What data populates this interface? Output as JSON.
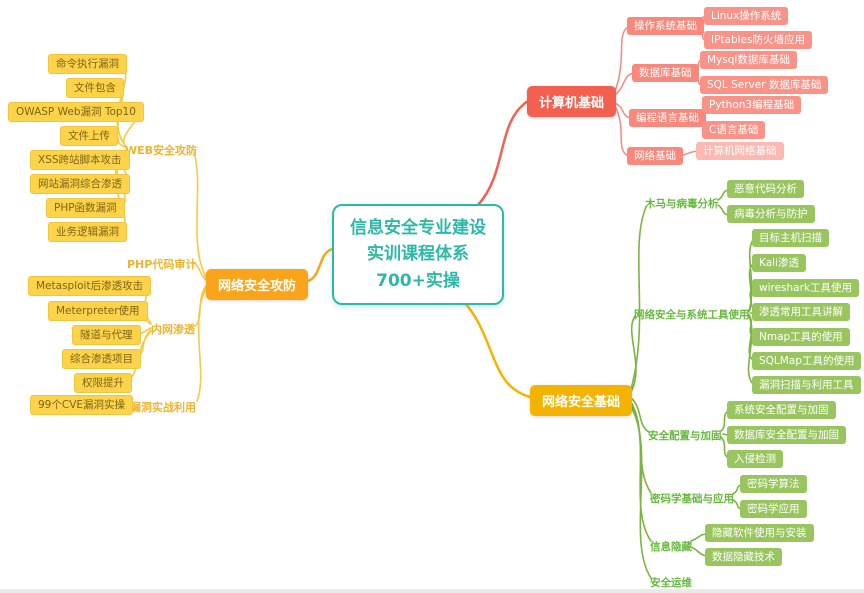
{
  "center": {
    "title": "信息安全专业建设\n实训课程体系\n700+实操"
  },
  "computer": {
    "label": "计算机基础",
    "os": {
      "label": "操作系统基础",
      "items": [
        "Linux操作系统",
        "IPtables防火墙应用"
      ]
    },
    "db": {
      "label": "数据库基础",
      "items": [
        "Mysql数据库基础",
        "SQL Server 数据库基础"
      ]
    },
    "lang": {
      "label": "编程语言基础",
      "items": [
        "Python3编程基础",
        "C语言基础"
      ]
    },
    "net": {
      "label": "网络基础",
      "items": [
        "计算机网络基础"
      ]
    }
  },
  "attack": {
    "label": "网络安全攻防",
    "web": {
      "label": "WEB安全攻防",
      "items": [
        "命令执行漏洞",
        "文件包含",
        "OWASP Web漏洞 Top10",
        "文件上传",
        "XSS跨站脚本攻击",
        "网站漏洞综合渗透",
        "PHP函数漏洞",
        "业务逻辑漏洞"
      ]
    },
    "php": {
      "label": "PHP代码审计"
    },
    "intranet": {
      "label": "内网渗透",
      "items": [
        "Metasploit后渗透攻击",
        "Meterpreter使用",
        "隧道与代理",
        "综合渗透项目",
        "权限提升"
      ]
    },
    "vuln": {
      "label": "漏洞实战利用",
      "items": [
        "99个CVE漏洞实操"
      ]
    }
  },
  "basics": {
    "label": "网络安全基础",
    "trojan": {
      "label": "木马与病毒分析",
      "items": [
        "恶意代码分析",
        "病毒分析与防护"
      ]
    },
    "tools": {
      "label": "网络安全与系统工具使用",
      "items": [
        "目标主机扫描",
        "Kali渗透",
        "wireshark工具使用",
        "渗透常用工具讲解",
        "Nmap工具的使用",
        "SQLMap工具的使用",
        "漏洞扫描与利用工具"
      ]
    },
    "harden": {
      "label": "安全配置与加固",
      "items": [
        "系统安全配置与加固",
        "数据库安全配置与加固",
        "入侵检测"
      ]
    },
    "crypto": {
      "label": "密码学基础与应用",
      "items": [
        "密码学算法",
        "密码学应用"
      ]
    },
    "hide": {
      "label": "信息隐藏",
      "items": [
        "隐藏软件使用与安装",
        "数据隐藏技术"
      ]
    },
    "ops": {
      "label": "安全运维"
    }
  },
  "colors": {
    "center": "#2cb9a8",
    "branch_computer": "#f4604f",
    "computer_sub": "#f8877c",
    "branch_attack": "#faa41b",
    "attack_sub_text": "#eeb42e",
    "attack_leaf_bg": "#fdd34a",
    "branch_basics": "#f5b301",
    "basics_sub_text": "#67b93e",
    "basics_leaf_bg": "#99c55f"
  }
}
